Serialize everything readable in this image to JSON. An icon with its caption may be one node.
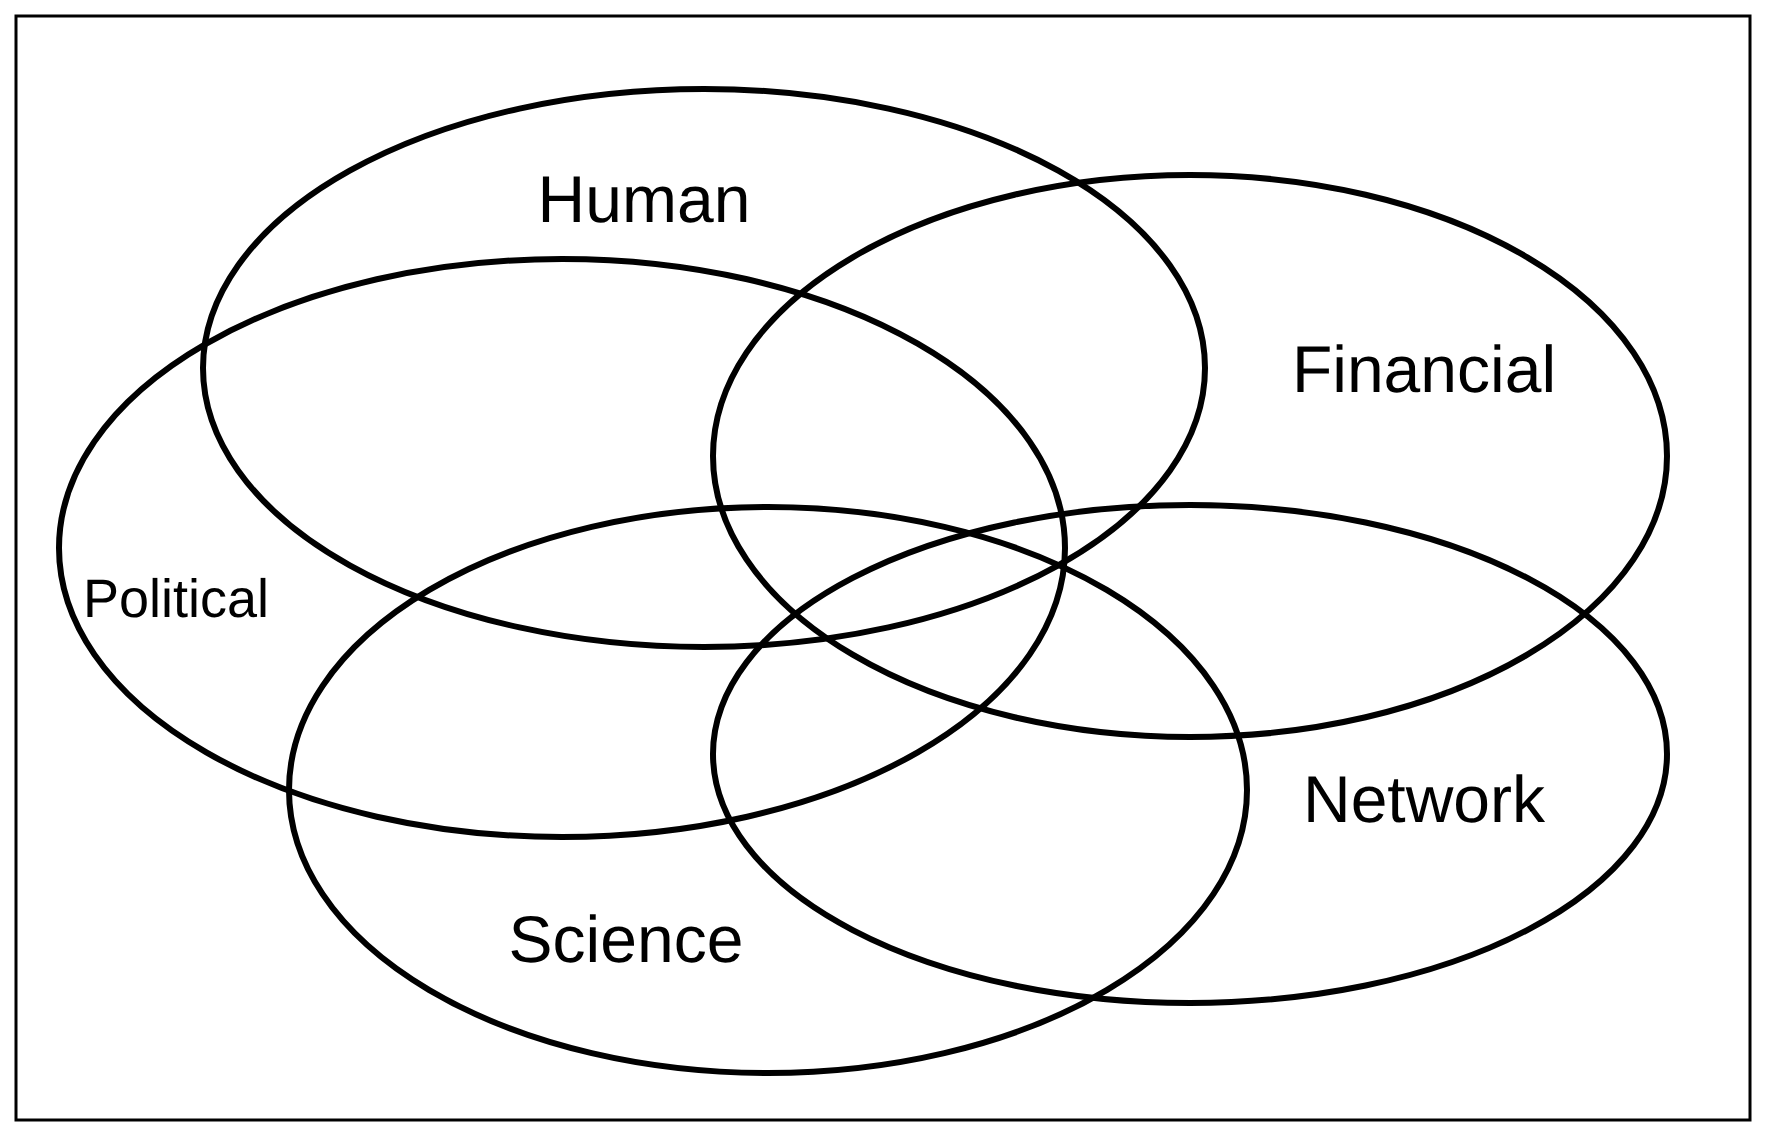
{
  "diagram": {
    "nodes": [
      {
        "text": [
          "Human"
        ]
      },
      {
        "text": [
          "Financial"
        ]
      },
      {
        "text": [
          "Political"
        ]
      },
      {
        "text": [
          "Network"
        ]
      },
      {
        "text": [
          "Science"
        ]
      }
    ]
  }
}
